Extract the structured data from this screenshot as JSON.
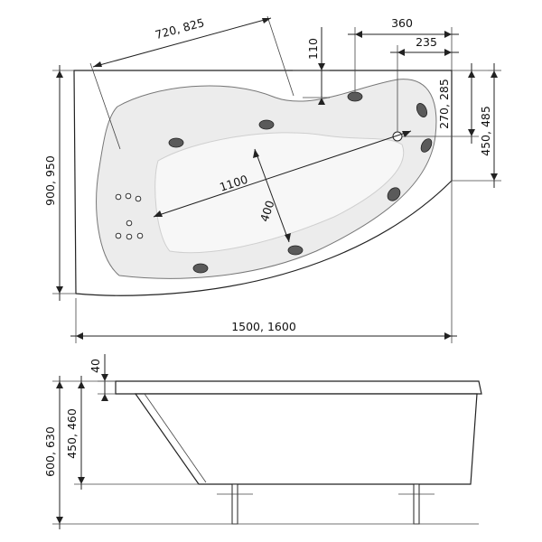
{
  "top_view": {
    "dims": {
      "diagonal": "720, 825",
      "notch": "110",
      "drain_x_outer": "360",
      "drain_x_inner": "235",
      "drain_y": "270, 285",
      "right_height": "450, 485",
      "left_height": "900, 950",
      "inner_length": "1100",
      "inner_width": "400",
      "total_length": "1500, 1600"
    }
  },
  "side_view": {
    "dims": {
      "rim": "40",
      "depth": "450, 460",
      "total_height": "600, 630"
    }
  }
}
